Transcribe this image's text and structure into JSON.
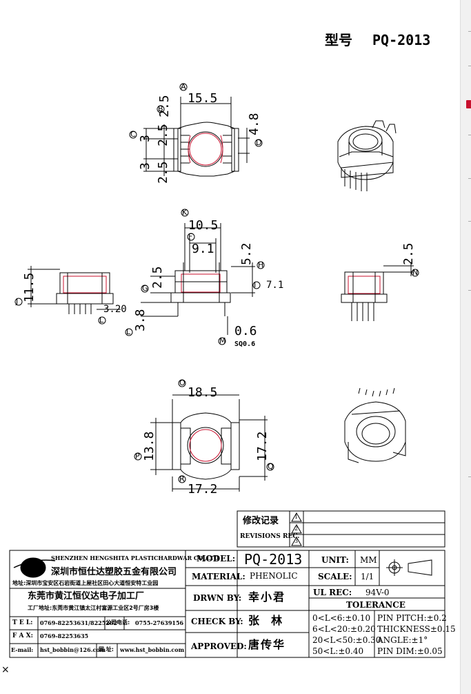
{
  "header": {
    "xinghao_label": "型号",
    "model": "PQ-2013"
  },
  "view1": {
    "dims": [
      "15.5",
      "2.5",
      "3",
      "2.5",
      "3",
      "2.5",
      "4.8"
    ],
    "markers": [
      "A",
      "B",
      "C",
      "D"
    ]
  },
  "view2": {
    "dims": [
      "11.5",
      "3.20"
    ],
    "markers": [
      "J",
      "L"
    ]
  },
  "view3": {
    "dims": [
      "10.5",
      "9.1",
      "5.2",
      "2.5",
      "7.1",
      "3.8",
      "0.6"
    ],
    "sq_label": "SQ0.6",
    "markers": [
      "K",
      "F",
      "H",
      "G",
      "I",
      "L",
      "M"
    ]
  },
  "view4": {
    "dims": [
      "2.5"
    ],
    "markers": [
      "N"
    ]
  },
  "view5": {
    "dims": [
      "18.5",
      "13.8",
      "17.2",
      "17.2"
    ],
    "markers": [
      "O",
      "P",
      "Q",
      "R"
    ]
  },
  "revision": {
    "title_cn": "修改记录",
    "title_en": "REVISIONS REC.",
    "rows": [
      "1",
      "2",
      "3"
    ]
  },
  "company": {
    "name_en": "SHENZHEN HENGSHITA PLASTICHARDWAR CO.,LTD",
    "name_cn": "深圳市恒仕达塑胶五金有限公司",
    "addr1": "地址:深圳市宝安区石岩街道上屋社区田心大道恒安特工业园",
    "factory_cn": "东莞市黄江恒仪达电子加工厂",
    "addr2": "工厂地址:东莞市黄江镇太江村富源工业区2号厂房3楼",
    "tel_label": "T E L:",
    "tel": "0769-82253631/8225262",
    "co_tel_label": "公司电话:",
    "co_tel": "0755-27639156",
    "fax_label": "F A X:",
    "fax": "0769-82253635",
    "email_label": "E-mail:",
    "email": "hst_bobbin@126.com",
    "web_label": "网 址:",
    "web": "www.hst_bobbin.com"
  },
  "titleblock": {
    "model_label": "MODEL:",
    "model_value": "PQ-2013",
    "material_label": "MATERIAL:",
    "material_value": "PHENOLIC",
    "drawn_label": "DRWN BY:",
    "drawn_value": "幸小君",
    "check_label": "CHECK BY:",
    "check_value": "张  林",
    "approved_label": "APPROVED:",
    "approved_value": "唐传华",
    "unit_label": "UNIT:",
    "unit_value": "MM",
    "scale_label": "SCALE:",
    "scale_value": "1/1",
    "ul_label": "UL REC:",
    "ul_value": "94V-0",
    "tolerance_label": "TOLERANCE",
    "tolerances": [
      "0<L<6:±0.10",
      "6<L<20:±0.20",
      "20<L<50:±0.30",
      "50<L:±0.40"
    ],
    "pin_pitch": "PIN PITCH:±0.2",
    "thickness": "THICKNESS±0.15",
    "angle": "ANGLE:±1°",
    "pin_dim": "PIN DIM:±0.05"
  },
  "footer": {
    "close_glyph": "×"
  }
}
